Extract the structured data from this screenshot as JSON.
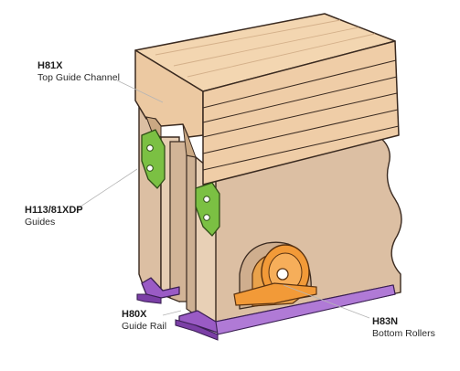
{
  "callouts": {
    "top_guide_channel": {
      "code": "H81X",
      "description": "Top Guide Channel"
    },
    "guides": {
      "code": "H113/81XDP",
      "description": "Guides"
    },
    "guide_rail": {
      "code": "H80X",
      "description": "Guide Rail"
    },
    "bottom_rollers": {
      "code": "H83N",
      "description": "Bottom Rollers"
    }
  },
  "colors": {
    "wood_top": "#f3d6b1",
    "wood_front": "#e9c29b",
    "door_face": "#dcbfa3",
    "door_edge": "#c9aa8c",
    "guide_green": "#7bc043",
    "rail_purple": "#9a5bc5",
    "roller_orange": "#f29a38",
    "outline": "#3a2a20"
  }
}
